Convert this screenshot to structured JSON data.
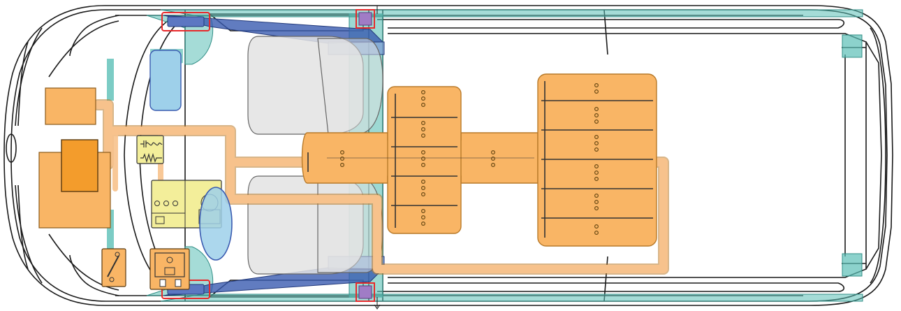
{
  "diagram": {
    "kind": "vehicle-top-view-component-layout",
    "view": "top",
    "colors": {
      "outline": "#1a1a1a",
      "battery_orange": "#f9b565",
      "battery_orange_dark": "#f39c2c",
      "battery_stroke": "#b87a2a",
      "harness_orange": "#f7c28c",
      "teal": "#5bbfb6",
      "blue": "#3a5bb0",
      "light_blue": "#9ed0ea",
      "yellow": "#f3ee9a",
      "gray_seat": "#e3e3e3",
      "red_highlight": "#e8292b",
      "purple": "#a07cc6"
    },
    "components": [
      {
        "id": "front-battery-box",
        "icon": "orange-block"
      },
      {
        "id": "auxiliary-battery",
        "icon": "orange-block"
      },
      {
        "id": "traction-battery-front-section",
        "icon": "battery-pack"
      },
      {
        "id": "traction-battery-rear-section",
        "icon": "battery-pack"
      },
      {
        "id": "high-voltage-harness",
        "icon": "cable-route"
      },
      {
        "id": "heater-module",
        "icon": "heater-symbol"
      },
      {
        "id": "junction-box",
        "icon": "connector-block"
      },
      {
        "id": "service-disconnect",
        "icon": "connector"
      },
      {
        "id": "fuse-relay-unit",
        "icon": "relay"
      },
      {
        "id": "reservoir-upper",
        "icon": "tank"
      },
      {
        "id": "reservoir-lower",
        "icon": "tank"
      },
      {
        "id": "front-seat-left",
        "icon": "seat"
      },
      {
        "id": "front-seat-right",
        "icon": "seat"
      },
      {
        "id": "b-pillar-reinforcements",
        "icon": "structural"
      },
      {
        "id": "a-pillar-reinforcements",
        "icon": "structural-highlight"
      },
      {
        "id": "pillar-junctions",
        "icon": "structural-node"
      }
    ]
  }
}
